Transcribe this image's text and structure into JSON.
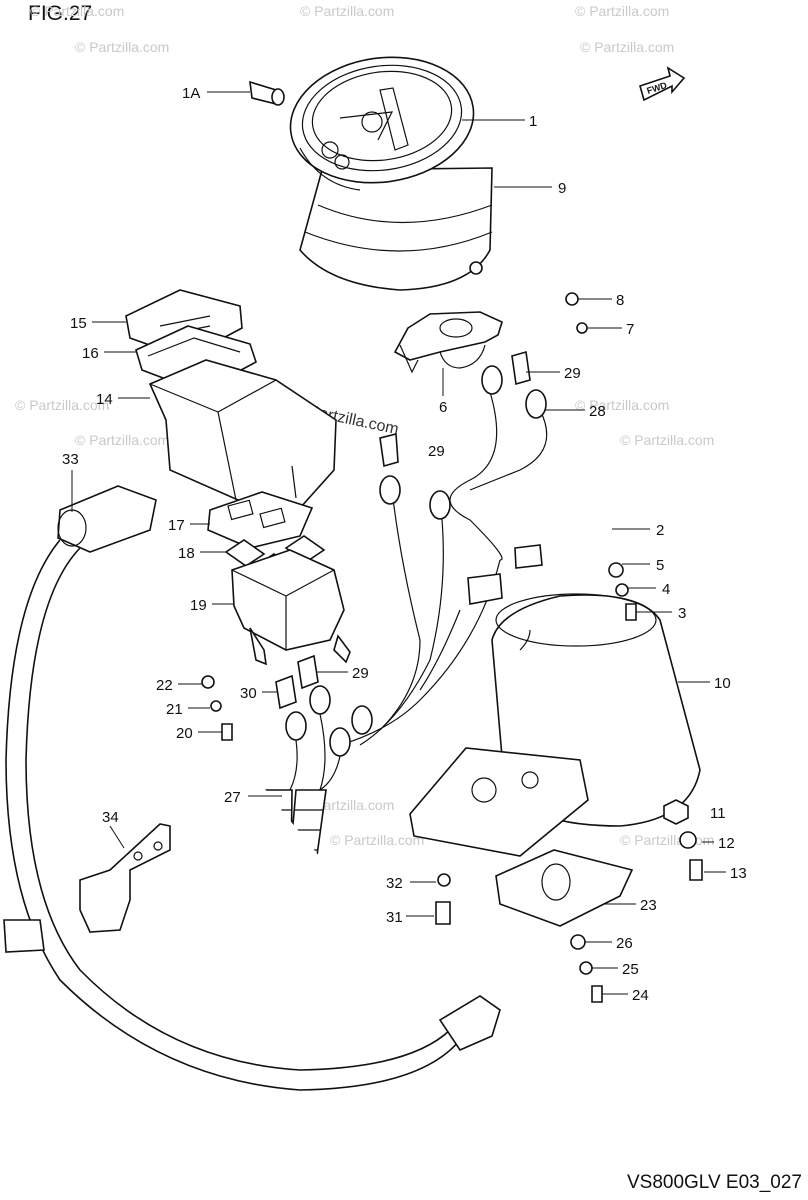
{
  "figure": {
    "title": "FIG.27",
    "code": "VS800GLV E03_027"
  },
  "watermark": {
    "text": "© Partzilla.com",
    "center_text": "© Partzilla.com"
  },
  "fwd_label": "FWD",
  "callouts": [
    {
      "id": "1A",
      "label": "1A"
    },
    {
      "id": "1",
      "label": "1"
    },
    {
      "id": "9",
      "label": "9"
    },
    {
      "id": "8",
      "label": "8"
    },
    {
      "id": "7",
      "label": "7"
    },
    {
      "id": "29a",
      "label": "29"
    },
    {
      "id": "6",
      "label": "6"
    },
    {
      "id": "28",
      "label": "28"
    },
    {
      "id": "15",
      "label": "15"
    },
    {
      "id": "16",
      "label": "16"
    },
    {
      "id": "14",
      "label": "14"
    },
    {
      "id": "29b",
      "label": "29"
    },
    {
      "id": "33",
      "label": "33"
    },
    {
      "id": "17",
      "label": "17"
    },
    {
      "id": "18",
      "label": "18"
    },
    {
      "id": "19",
      "label": "19"
    },
    {
      "id": "2",
      "label": "2"
    },
    {
      "id": "5",
      "label": "5"
    },
    {
      "id": "4",
      "label": "4"
    },
    {
      "id": "3",
      "label": "3"
    },
    {
      "id": "10",
      "label": "10"
    },
    {
      "id": "22",
      "label": "22"
    },
    {
      "id": "29c",
      "label": "29"
    },
    {
      "id": "30",
      "label": "30"
    },
    {
      "id": "21",
      "label": "21"
    },
    {
      "id": "20",
      "label": "20"
    },
    {
      "id": "27",
      "label": "27"
    },
    {
      "id": "34",
      "label": "34"
    },
    {
      "id": "11",
      "label": "11"
    },
    {
      "id": "12",
      "label": "12"
    },
    {
      "id": "13",
      "label": "13"
    },
    {
      "id": "32",
      "label": "32"
    },
    {
      "id": "23",
      "label": "23"
    },
    {
      "id": "31",
      "label": "31"
    },
    {
      "id": "26",
      "label": "26"
    },
    {
      "id": "25",
      "label": "25"
    },
    {
      "id": "24",
      "label": "24"
    }
  ]
}
